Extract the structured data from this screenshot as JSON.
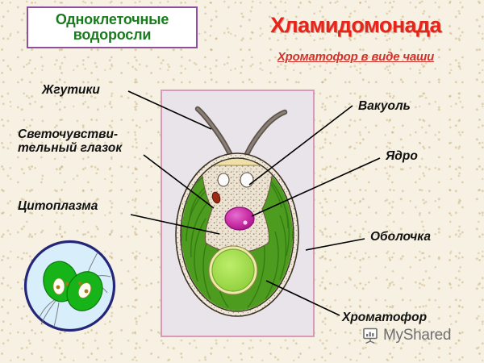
{
  "header": {
    "badge_title": "Одноклеточные\nводоросли"
  },
  "title": {
    "main": "Хламидомонада",
    "subtitle": "Хроматофор в виде чаши"
  },
  "labels": {
    "flagella": "Жгутики",
    "eyespot": "Светочувстви-\nтельный глазок",
    "cytoplasm": "Цитоплазма",
    "vacuole": "Вакуоль",
    "nucleus": "Ядро",
    "membrane": "Оболочка",
    "chromatophore": "Хроматофор"
  },
  "watermark": {
    "text": "MyShared",
    "icon": "presentation-chart-icon"
  },
  "colors": {
    "background": "#f6f1e2",
    "badge_border": "#8e4fa0",
    "badge_text": "#197a1e",
    "title_red": "#e8231a",
    "subtitle_red": "#d3322a",
    "frame_border": "#d999bb",
    "frame_fill": "#e9e4ea",
    "chloroplast_green": "#4e9c1f",
    "chloroplast_dark": "#2f7a12",
    "cytoplasm_beige": "#ece3d2",
    "nucleus_magenta": "#cc33a8",
    "eyespot_red": "#9c2a14",
    "pyrenoid_green": "#9ad848",
    "flagella_gray": "#6b6159",
    "inset_ring": "#25257a",
    "inset_fill": "#d8eefb",
    "inset_cell": "#17b419",
    "watermark_gray": "#6f6f6f"
  },
  "diagram": {
    "cell_name": "chlamydomonas-cell",
    "parts": [
      "flagellum-left",
      "flagellum-right",
      "cell-wall",
      "cytoplasm",
      "vacuole-left",
      "vacuole-right",
      "eyespot",
      "nucleus",
      "chloroplast",
      "pyrenoid"
    ]
  },
  "inset": {
    "name": "microscope-view",
    "cell_count": 2
  }
}
